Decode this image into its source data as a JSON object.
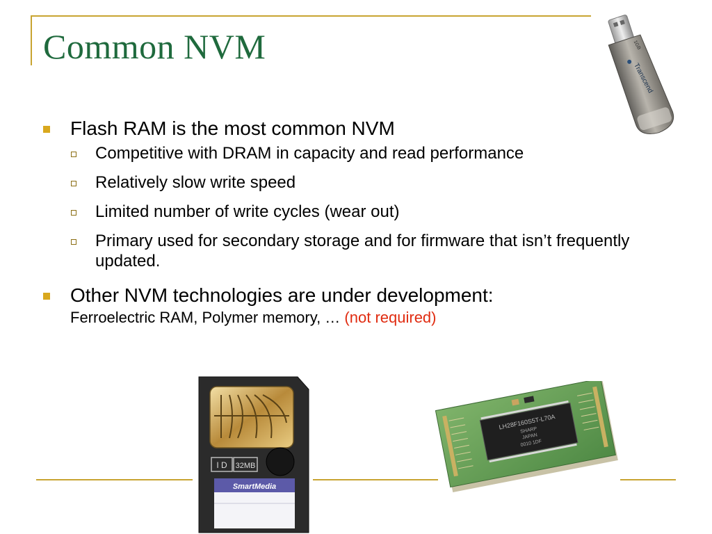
{
  "slide": {
    "title": "Common NVM",
    "bullets": [
      {
        "text": "Flash RAM is the most common NVM",
        "sub": [
          "Competitive with DRAM in capacity and read performance",
          "Relatively slow write speed",
          "Limited number of write cycles (wear out)",
          "Primary used for secondary storage and for firmware that isn’t frequently updated."
        ]
      },
      {
        "text": "Other NVM technologies are under development:",
        "tail": "Ferroelectric RAM, Polymer memory, … ",
        "tail_note": "(not required)"
      }
    ]
  },
  "images": {
    "usb_brand": "Transcend",
    "usb_capacity": "1GB",
    "card_id": "I D",
    "card_capacity": "32MB",
    "card_brand": "SmartMedia",
    "chip_marking_1": "LH28F160S5T-L70A",
    "chip_marking_2": "SHARP",
    "chip_marking_3": "JAPAN",
    "chip_marking_4": "0010 1DF"
  },
  "colors": {
    "title": "#1f6a3d",
    "accent": "#c8a431",
    "note_red": "#e02b10"
  }
}
